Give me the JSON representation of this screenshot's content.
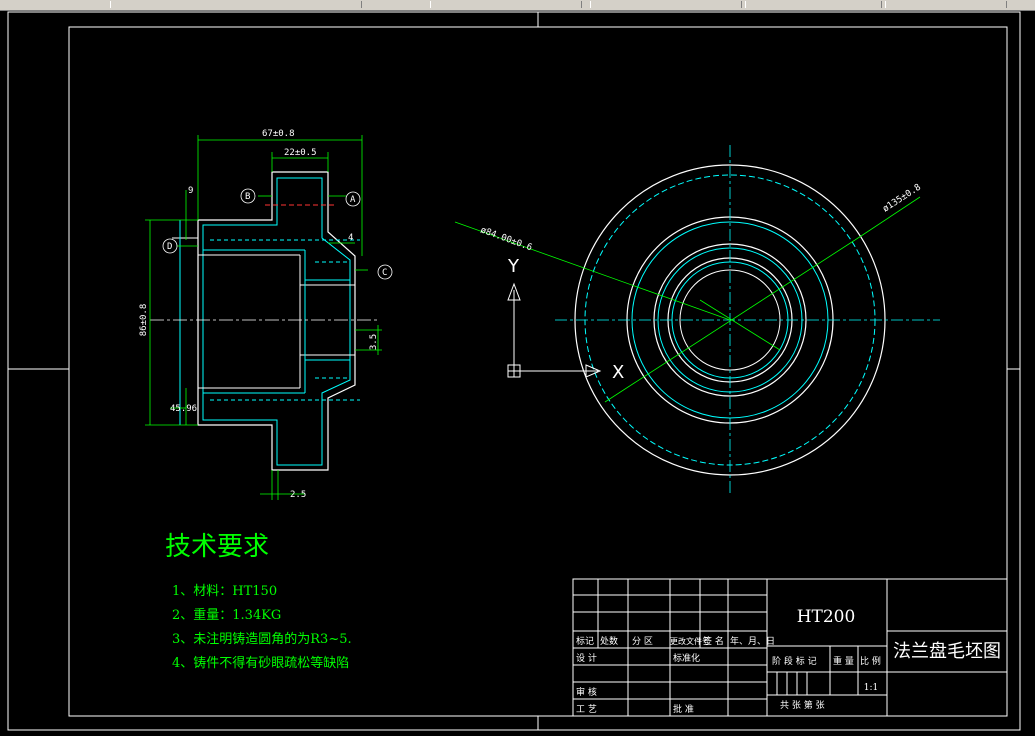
{
  "tech": {
    "title": "技术要求",
    "items": [
      "1、材料：HT150",
      "2、重量：1.34KG",
      "3、未注明铸造圆角的为R3~5.",
      "4、铸件不得有砂眼疏松等缺陷"
    ]
  },
  "dims": {
    "d67": "67±0.8",
    "d22": "22±0.5",
    "d9": "9",
    "d4": "4",
    "d86": "86±0.8",
    "d35": "3.5",
    "d45": "45.96",
    "d25": "2.5",
    "dia84": "ø84.00±0.6",
    "dia135": "ø135±0.8"
  },
  "datums": {
    "a": "A",
    "b": "B",
    "c": "C",
    "d": "D"
  },
  "axes": {
    "y": "Y",
    "x": "X"
  },
  "titleblock": {
    "material": "HT200",
    "name": "法兰盘毛坯图",
    "scale": "1:1",
    "row1": [
      "标记",
      "处数",
      "分 区",
      "更改文件号",
      "签 名",
      "年、月、日"
    ],
    "design": "设 计",
    "standard": "标准化",
    "stage": "阶 段 标 记",
    "weight": "重 量",
    "ratio": "比 例",
    "review": "审 核",
    "process": "工 艺",
    "approve": "批 准",
    "sheets": "共    张  第    张"
  }
}
